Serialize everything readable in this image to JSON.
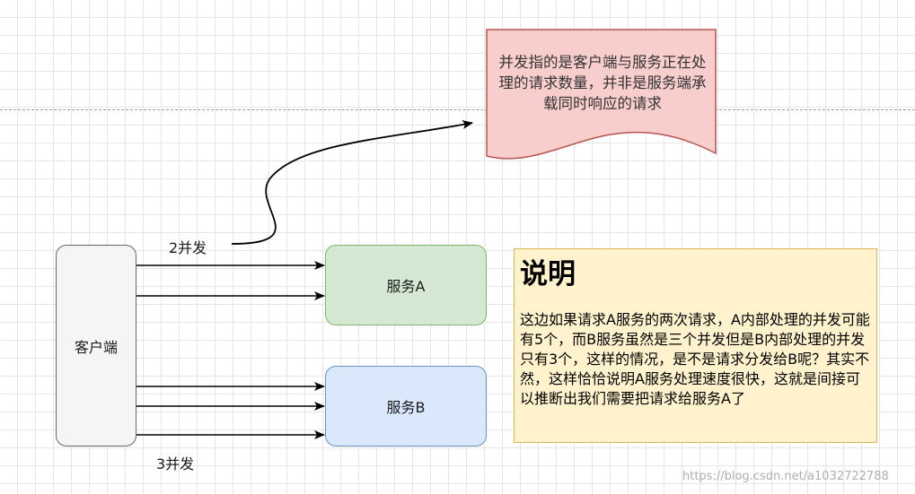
{
  "diagram": {
    "client_label": "客户端",
    "service_a_label": "服务A",
    "service_b_label": "服务B",
    "concurrency_a_label": "2并发",
    "concurrency_b_label": "3并发",
    "note_text": "并发指的是客户端与服务正在处理的请求数量，并非是服务端承载同时响应的请求",
    "explanation_title": "说明",
    "explanation_body": "这边如果请求A服务的两次请求，A内部处理的并发可能有5个，而B服务虽然是三个并发但是B内部处理的并发只有3个，这样的情况，是不是请求分发给B呢？其实不然，这样恰恰说明A服务处理速度很快，这就是间接可以推断出我们需要把请求给服务A了",
    "watermark": "https://blog.csdn.net/a1032722788"
  },
  "colors": {
    "client_fill": "#f5f5f5",
    "service_a_fill": "#d5e8d4",
    "service_b_fill": "#dae8fc",
    "note_fill": "#f8cecc",
    "explanation_fill": "#fff2cc"
  }
}
